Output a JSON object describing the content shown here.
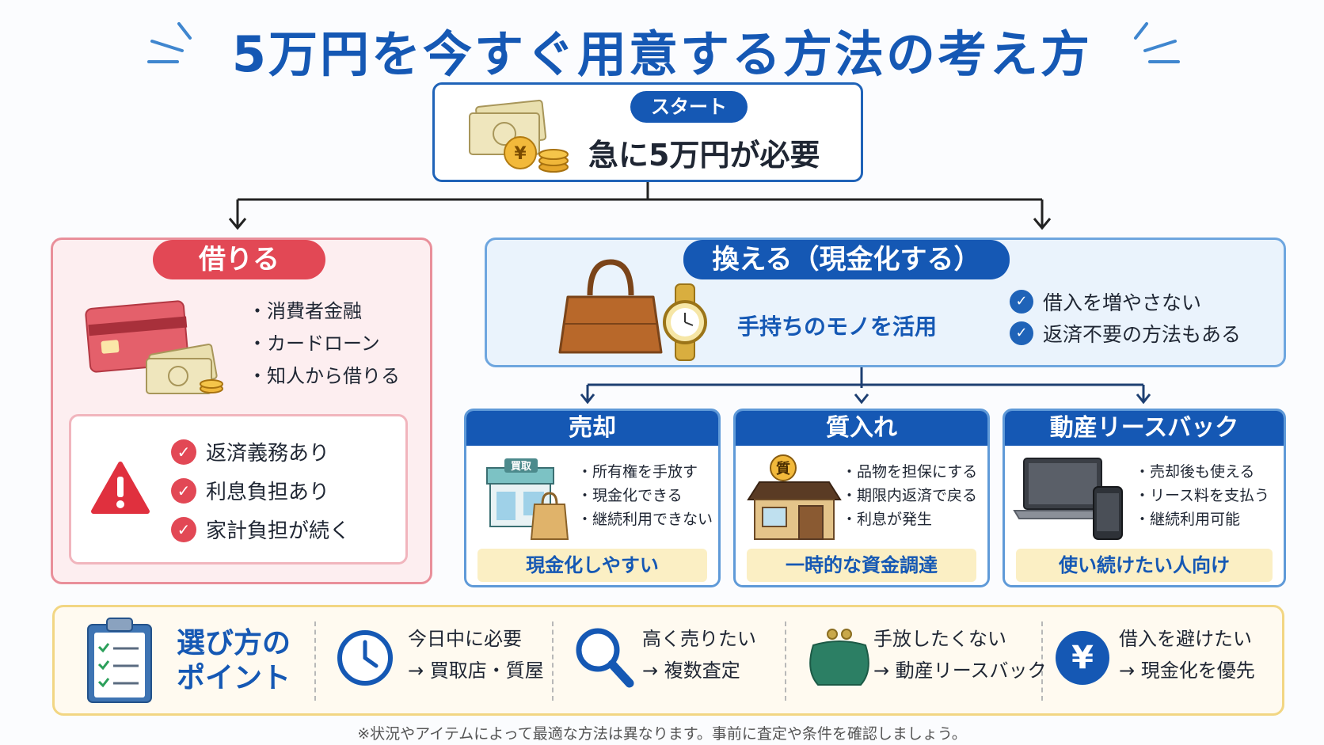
{
  "title": "5万円を今すぐ用意する方法の考え方",
  "start": {
    "pill": "スタート",
    "text": "急に5万円が必要"
  },
  "borrow": {
    "label": "借りる",
    "items": [
      "・消費者金融",
      "・カードローン",
      "・知人から借りる"
    ],
    "warnings": [
      "返済義務あり",
      "利息負担あり",
      "家計負担が続く"
    ]
  },
  "convert": {
    "label": "換える（現金化する）",
    "middle": "手持ちのモノを活用",
    "checks": [
      "借入を増やさない",
      "返済不要の方法もある"
    ]
  },
  "cards": [
    {
      "title": "売却",
      "shop_sign": "買取",
      "items": [
        "・所有権を手放す",
        "・現金化できる",
        "・継続利用できない"
      ],
      "footer": "現金化しやすい"
    },
    {
      "title": "質入れ",
      "shop_sign": "質",
      "items": [
        "・品物を担保にする",
        "・期限内返済で戻る",
        "・利息が発生"
      ],
      "footer": "一時的な資金調達"
    },
    {
      "title": "動産リースバック",
      "items": [
        "・売却後も使える",
        "・リース料を支払う",
        "・継続利用可能"
      ],
      "footer": "使い続けたい人向け"
    }
  ],
  "points": {
    "title_line1": "選び方の",
    "title_line2": "ポイント",
    "items": [
      {
        "line1": "今日中に必要",
        "line2": "→ 買取店・質屋",
        "icon": "clock-icon"
      },
      {
        "line1": "高く売りたい",
        "line2": "→ 複数査定",
        "icon": "magnifier-icon"
      },
      {
        "line1": "手放したくない",
        "line2": "→ 動産リースバック",
        "icon": "purse-icon"
      },
      {
        "line1": "借入を避けたい",
        "line2": "→ 現金化を優先",
        "icon": "yen-icon"
      }
    ],
    "yen_symbol": "¥"
  },
  "footnote": "※状況やアイテムによって最適な方法は異なります。事前に査定や条件を確認しましょう。",
  "colors": {
    "primary_blue": "#1558b4",
    "borrow_red": "#e24855",
    "highlight_yellow": "#fbefc4"
  }
}
